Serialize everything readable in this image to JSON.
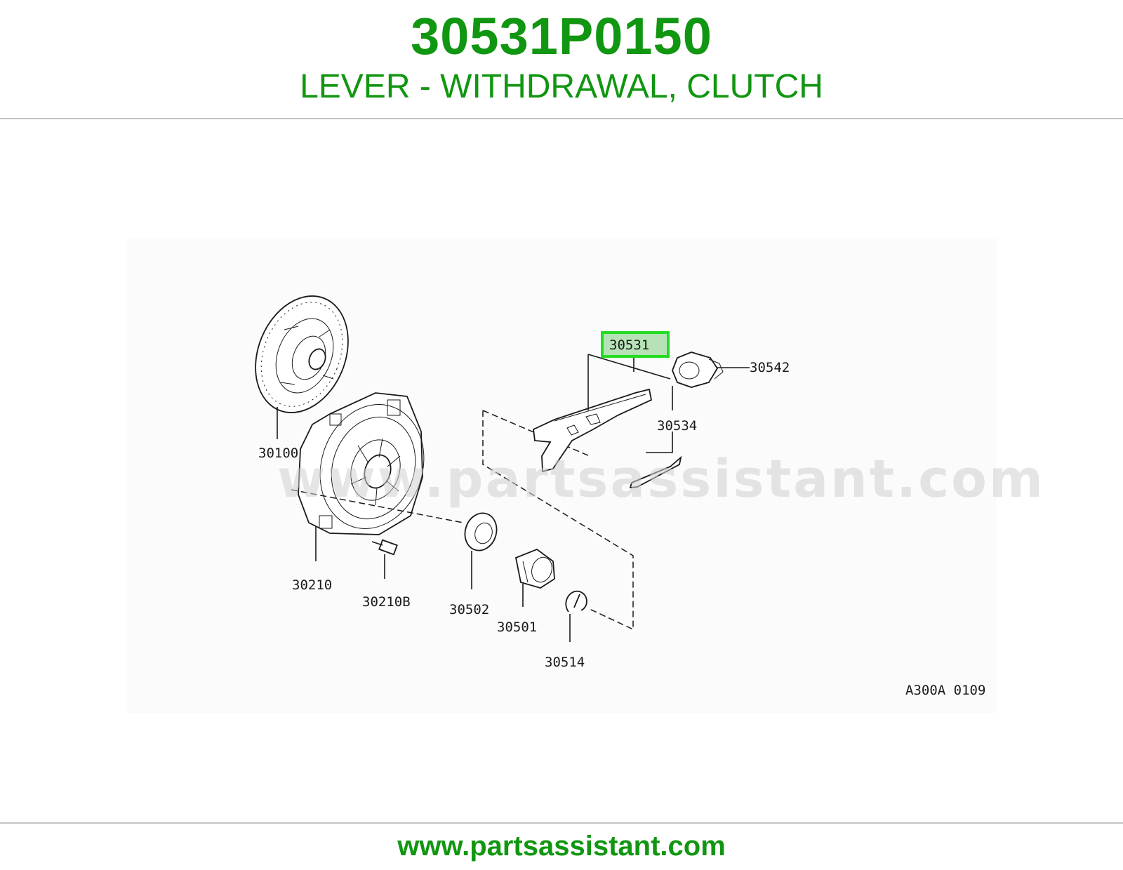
{
  "header": {
    "part_number": "30531P0150",
    "part_name": "LEVER - WITHDRAWAL, CLUTCH"
  },
  "diagram": {
    "highlight_color": "#22dd22",
    "callouts": {
      "c30531": "30531",
      "c30542": "30542",
      "c30534": "30534",
      "c30100": "30100",
      "c30210": "30210",
      "c30210B": "30210B",
      "c30502": "30502",
      "c30501": "30501",
      "c30514": "30514"
    },
    "reference_code": "A300A 0109",
    "watermark": "www.partsassistant.com"
  },
  "footer": {
    "url": "www.partsassistant.com"
  }
}
